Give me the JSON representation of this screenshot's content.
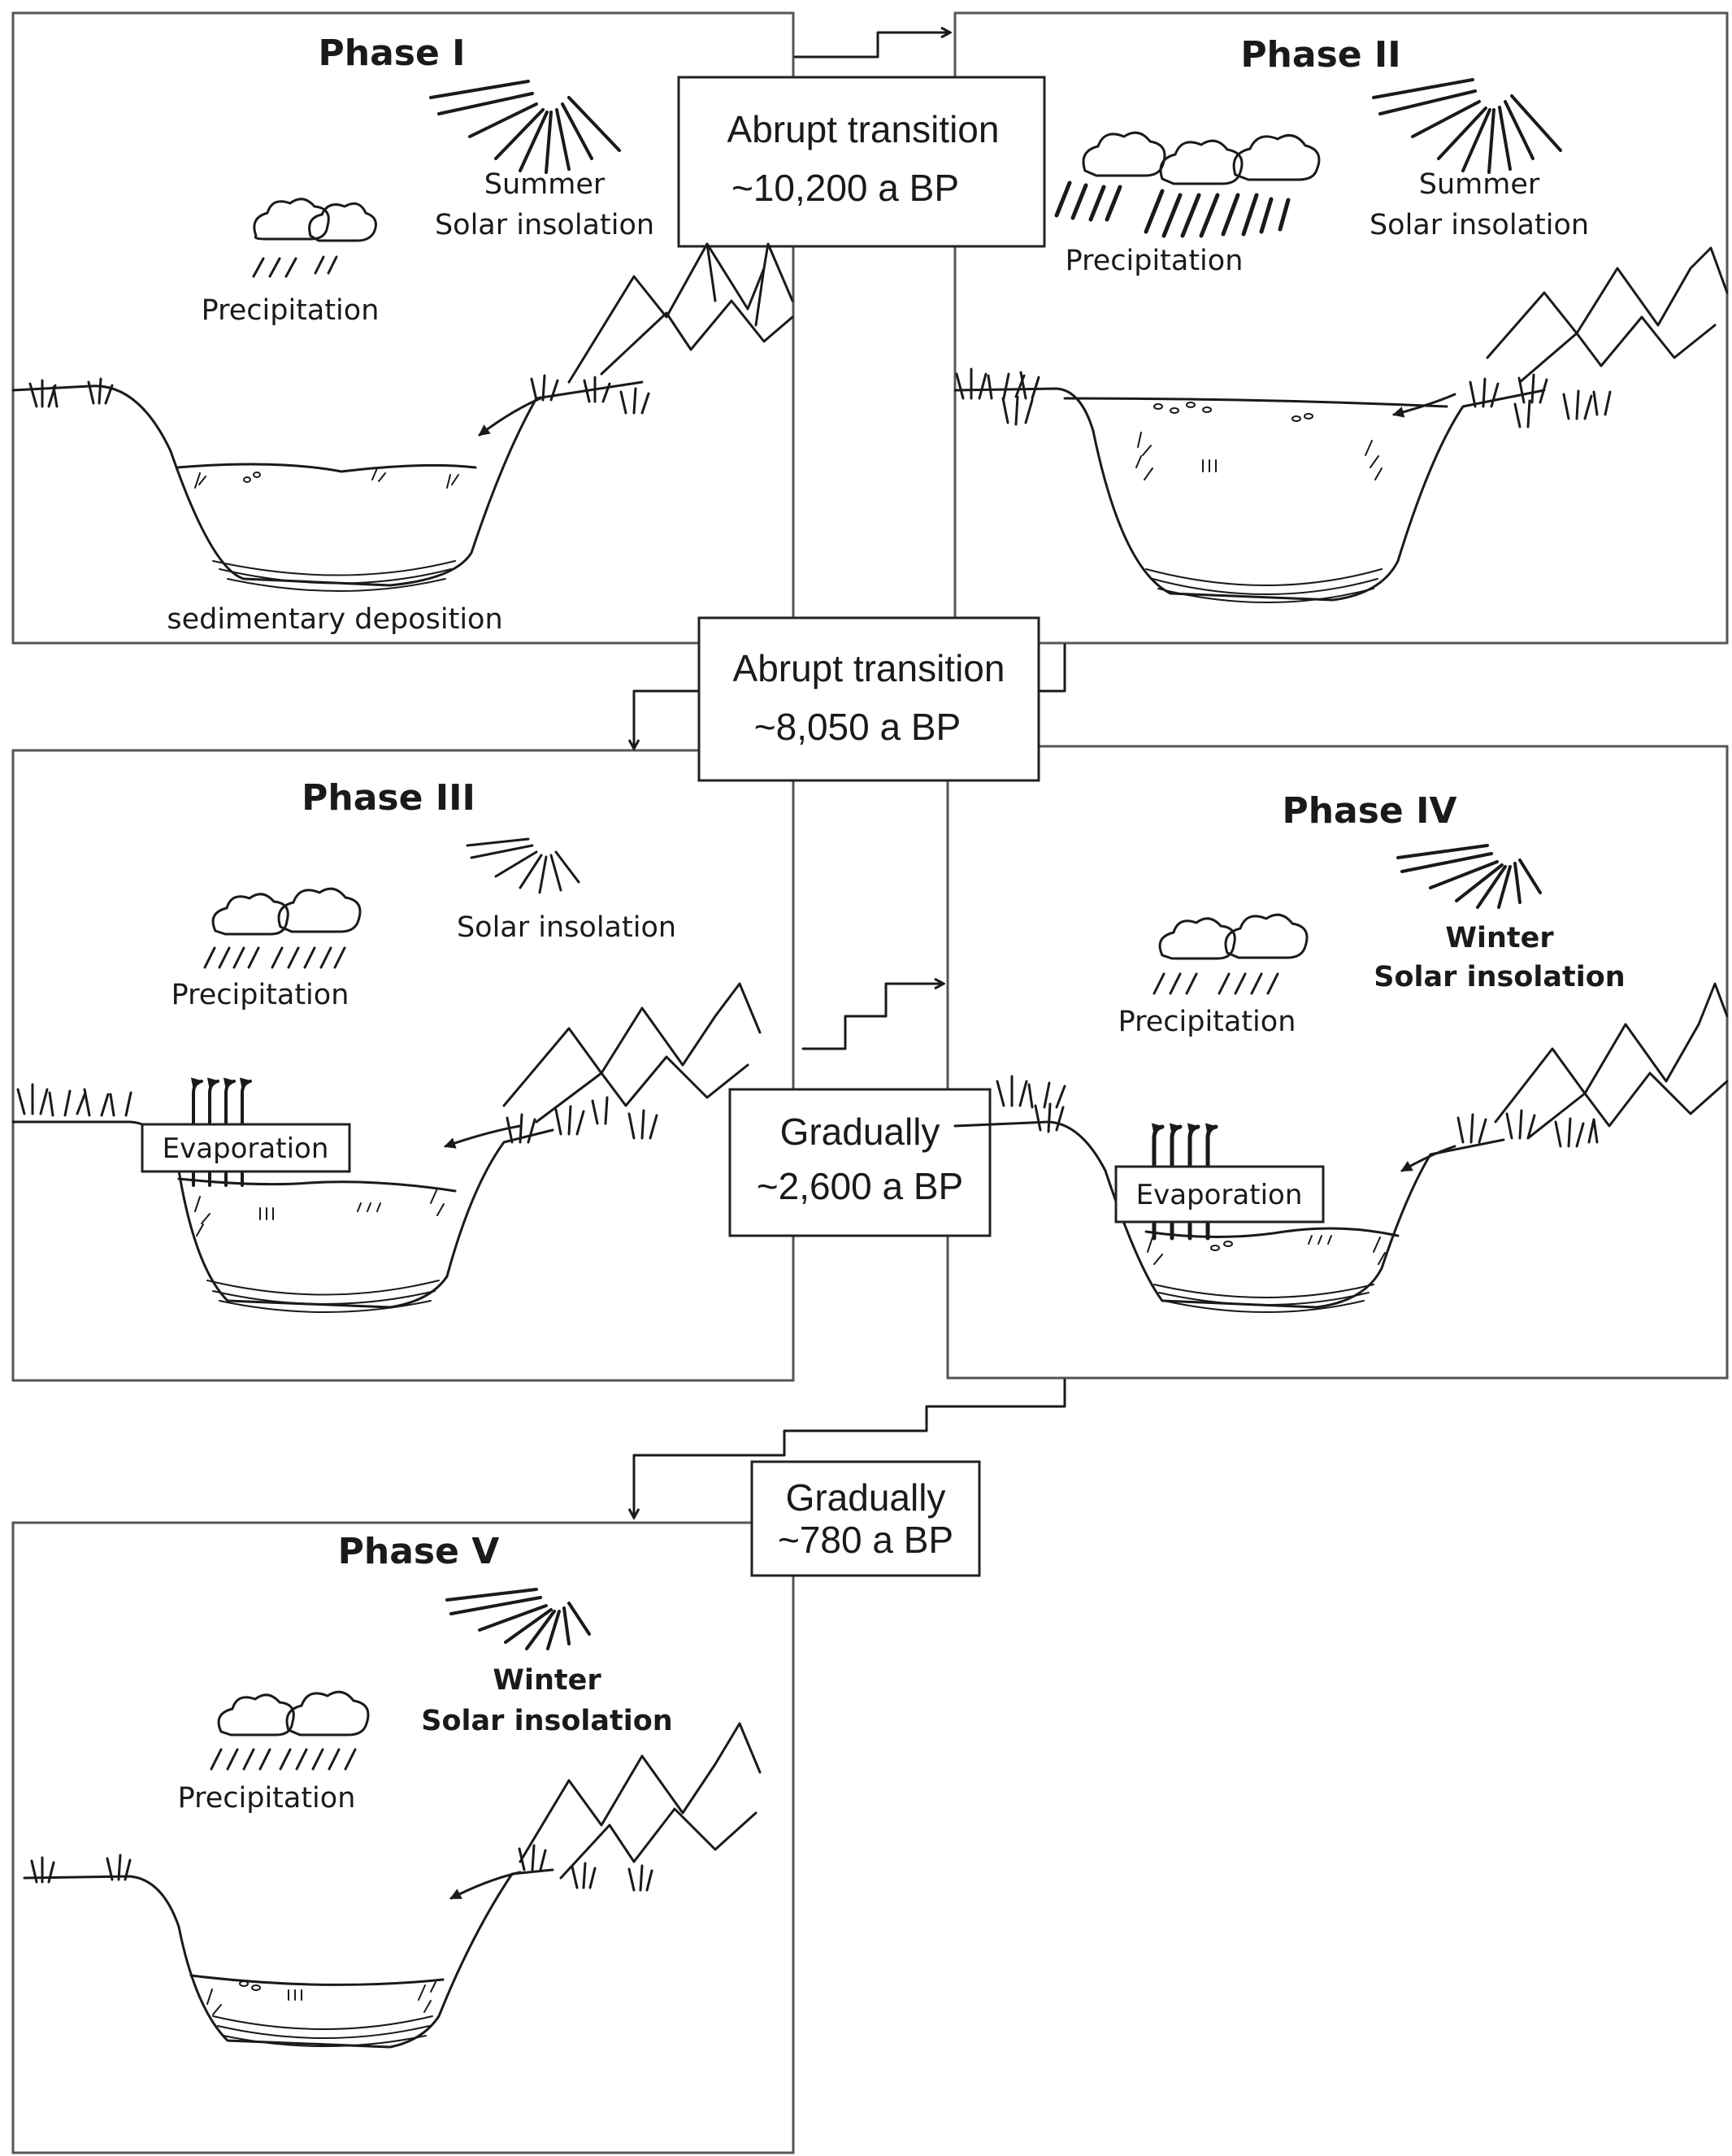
{
  "phases": [
    {
      "id": "p1",
      "title": "Phase I",
      "sun_lines": [
        "Summer",
        "Solar insolation"
      ],
      "precip": "Precipitation",
      "bottom": "sedimentary deposition"
    },
    {
      "id": "p2",
      "title": "Phase II",
      "sun_lines": [
        "Summer",
        "Solar insolation"
      ],
      "precip": "Precipitation"
    },
    {
      "id": "p3",
      "title": "Phase III",
      "sun_lines": [
        "Solar insolation"
      ],
      "precip": "Precipitation",
      "evaporation": "Evaporation"
    },
    {
      "id": "p4",
      "title": "Phase IV",
      "sun_lines": [
        "Winter",
        "Solar insolation"
      ],
      "sun_bold": true,
      "precip": "Precipitation",
      "evaporation": "Evaporation"
    },
    {
      "id": "p5",
      "title": "Phase V",
      "sun_lines": [
        "Winter",
        "Solar insolation"
      ],
      "sun_bold": true,
      "precip": "Precipitation"
    }
  ],
  "transitions": [
    {
      "id": "t1",
      "lines": [
        "Abrupt transition",
        "~10,200 a BP"
      ]
    },
    {
      "id": "t2",
      "lines": [
        "Abrupt transition",
        "~8,050 a BP"
      ]
    },
    {
      "id": "t3",
      "lines": [
        "Gradually",
        "~2,600 a BP"
      ]
    },
    {
      "id": "t4",
      "lines": [
        "Gradually",
        "~780 a BP"
      ]
    }
  ]
}
